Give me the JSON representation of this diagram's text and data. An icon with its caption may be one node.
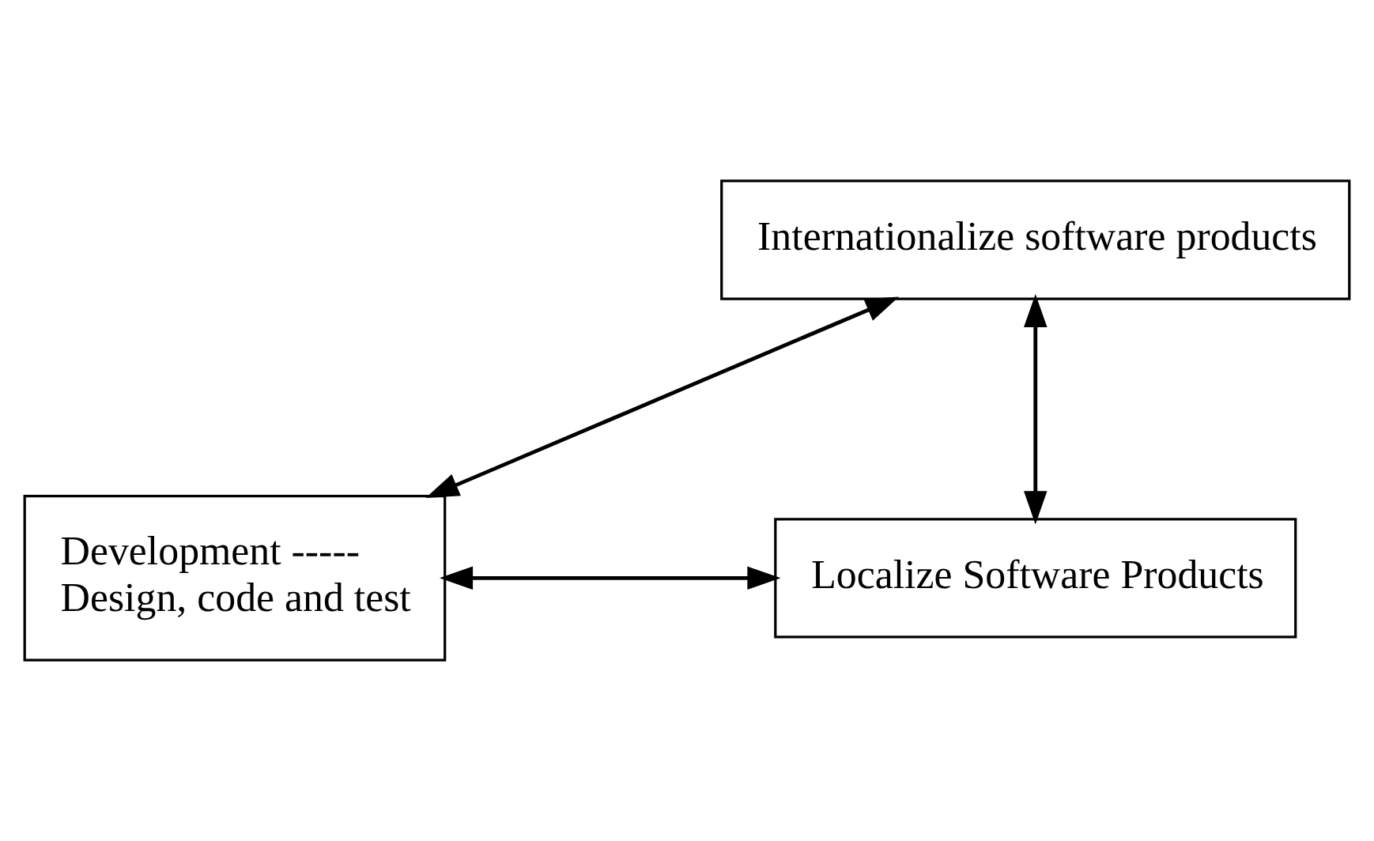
{
  "diagram": {
    "nodes": [
      {
        "text": [
          "Development -----",
          "Design, code and test"
        ]
      },
      {
        "text": [
          "Internationalize software products"
        ]
      },
      {
        "text": [
          "Localize Software Products"
        ]
      }
    ],
    "edges": [
      {
        "from": 1,
        "to": 0,
        "arrow": "both"
      },
      {
        "from": 1,
        "to": 2,
        "arrow": "both"
      },
      {
        "from": 0,
        "to": 2,
        "arrow": "both"
      }
    ]
  }
}
